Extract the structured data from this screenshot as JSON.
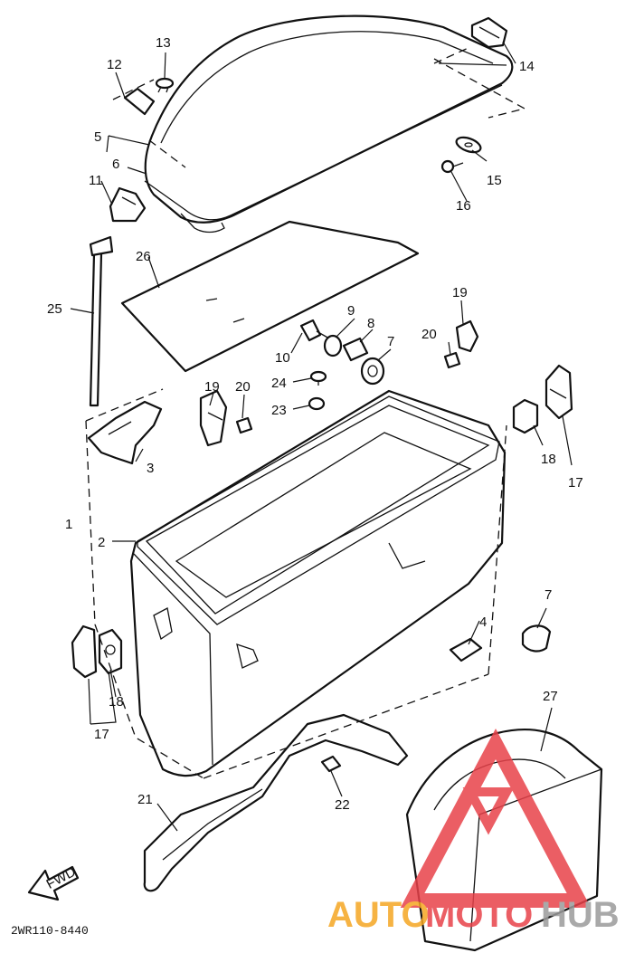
{
  "diagram_code": "2WR110-8440",
  "fwd_label": "FWD",
  "watermark": {
    "part1": "AUTO",
    "part2": "MOTO",
    "part3": "HUB",
    "colors": {
      "orange": "#f5a623",
      "red": "#e8424a",
      "grey": "#9b9b9b"
    }
  },
  "callouts": [
    {
      "id": "c1",
      "text": "1"
    },
    {
      "id": "c2",
      "text": "2"
    },
    {
      "id": "c3",
      "text": "3"
    },
    {
      "id": "c4",
      "text": "4"
    },
    {
      "id": "c5",
      "text": "5"
    },
    {
      "id": "c6",
      "text": "6"
    },
    {
      "id": "c7a",
      "text": "7"
    },
    {
      "id": "c7b",
      "text": "7"
    },
    {
      "id": "c8",
      "text": "8"
    },
    {
      "id": "c9",
      "text": "9"
    },
    {
      "id": "c10",
      "text": "10"
    },
    {
      "id": "c11",
      "text": "11"
    },
    {
      "id": "c12",
      "text": "12"
    },
    {
      "id": "c13",
      "text": "13"
    },
    {
      "id": "c14",
      "text": "14"
    },
    {
      "id": "c15",
      "text": "15"
    },
    {
      "id": "c16",
      "text": "16"
    },
    {
      "id": "c17a",
      "text": "17"
    },
    {
      "id": "c17b",
      "text": "17"
    },
    {
      "id": "c18a",
      "text": "18"
    },
    {
      "id": "c18b",
      "text": "18"
    },
    {
      "id": "c19a",
      "text": "19"
    },
    {
      "id": "c19b",
      "text": "19"
    },
    {
      "id": "c20a",
      "text": "20"
    },
    {
      "id": "c20b",
      "text": "20"
    },
    {
      "id": "c21",
      "text": "21"
    },
    {
      "id": "c22",
      "text": "22"
    },
    {
      "id": "c23",
      "text": "23"
    },
    {
      "id": "c24",
      "text": "24"
    },
    {
      "id": "c25",
      "text": "25"
    },
    {
      "id": "c26",
      "text": "26"
    },
    {
      "id": "c27",
      "text": "27"
    }
  ]
}
